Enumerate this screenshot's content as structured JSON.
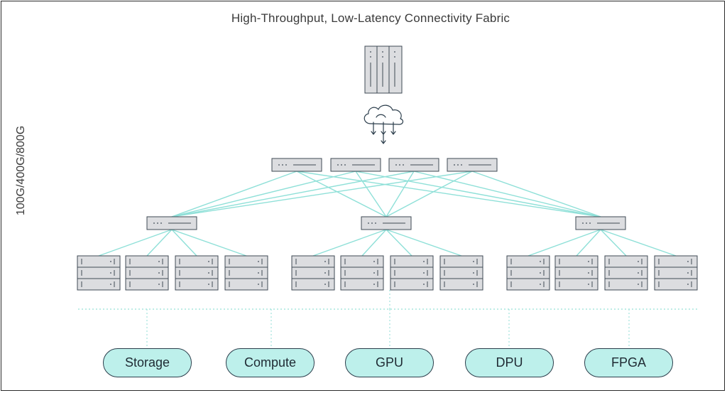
{
  "title": "High-Throughput, Low-Latency Connectivity Fabric",
  "speed_label": "100G/400G/800G",
  "categories": [
    {
      "id": "storage",
      "label": "Storage"
    },
    {
      "id": "compute",
      "label": "Compute"
    },
    {
      "id": "gpu",
      "label": "GPU"
    },
    {
      "id": "dpu",
      "label": "DPU"
    },
    {
      "id": "fpga",
      "label": "FPGA"
    }
  ],
  "colors": {
    "link": "#8fe0d8",
    "device_fill": "#dcdde0",
    "device_stroke": "#3f4a55",
    "pill_fill": "#bdf0eb",
    "icon_stroke": "#2c3e4c",
    "dotted": "#a9e5de"
  },
  "icons": {
    "core": "server-rack-icon",
    "cloud": "cloud-network-icon",
    "switch": "network-switch-icon",
    "server": "server-stack-icon"
  }
}
